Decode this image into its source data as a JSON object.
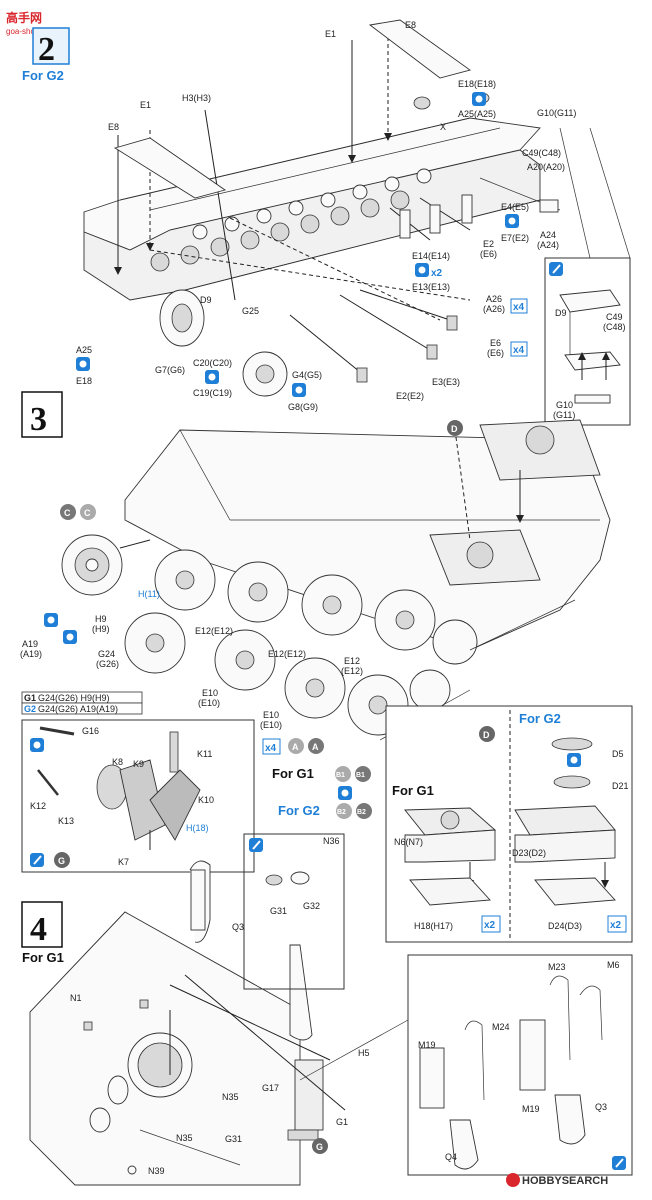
{
  "watermark": {
    "top_left": "高手网",
    "top_left_sub": "goa-shou.com",
    "bottom_right": "HOBBYSEARCH"
  },
  "step2": {
    "number": "2",
    "variant": "For G2"
  },
  "step3": {
    "number": "3"
  },
  "step4": {
    "number": "4",
    "variant": "For G1"
  },
  "for_g1": "For G1",
  "for_g2": "For G2",
  "g1_label": "G1",
  "g2_label": "G2",
  "legend_g1": "G24(G26) H9(H9)",
  "legend_g2": "G24(G26) A19(A19)",
  "mult": {
    "x2": "x2",
    "x4": "x4"
  },
  "callouts": {
    "A": "A",
    "B1": "B1",
    "B2": "B2",
    "C": "C",
    "D": "D",
    "G": "G"
  },
  "labels": {
    "E8_top": "E8",
    "E1_top": "E1",
    "E18_top": "E18(E18)",
    "A25_top": "A25(A25)",
    "X": "X",
    "G10": "G10(G11)",
    "C49": "C49(C48)",
    "A20": "A20(A20)",
    "E8_left": "E8",
    "E1_left": "E1",
    "H3": "H3(H3)",
    "E4": "E4(E5)",
    "E7": "E7(E2)",
    "A24": "A24",
    "A24b": "(A24)",
    "E2a": "E2",
    "E6a": "(E6)",
    "E14": "E14(E14)",
    "E13": "E13(E13)",
    "D9": "D9",
    "G25": "G25",
    "A26": "A26",
    "A26b": "(A26)",
    "E6b": "E6",
    "E6c": "(E6)",
    "A25_left": "A25",
    "E18_left": "E18",
    "G7": "G7(G6)",
    "C20": "C20(C20)",
    "C19": "C19(C19)",
    "G4": "G4(G5)",
    "G8": "G8(G9)",
    "E3": "E3(E3)",
    "E2b": "E2(E2)",
    "inset_D9": "D9",
    "inset_C49": "C49",
    "inset_C48": "(C48)",
    "inset_G10": "G10",
    "inset_G11": "(G11)",
    "H9": "H9",
    "H9b": "(H9)",
    "A19": "A19",
    "A19b": "(A19)",
    "G24": "G24",
    "G26": "(G26)",
    "H11": "H(11)",
    "E12a": "E12(E12)",
    "E12b": "E12(E12)",
    "E12c": "E12",
    "E12d": "(E12)",
    "E10a": "E10",
    "E10b": "(E10)",
    "E10c": "E10",
    "E10d": "(E10)",
    "G16": "G16",
    "K8": "K8",
    "K9": "K9",
    "K11": "K11",
    "K12": "K12",
    "K13": "K13",
    "K10": "K10",
    "K7": "K7",
    "H18tag": "H(18)",
    "D5": "D5",
    "D21": "D21",
    "N6": "N6(N7)",
    "D23": "D23(D2)",
    "H18": "H18(H17)",
    "D24": "D24(D3)",
    "N36": "N36",
    "G31a": "G31",
    "G32": "G32",
    "Q3a": "Q3",
    "N1": "N1",
    "H5": "H5",
    "G17": "G17",
    "G1": "G1",
    "N35a": "N35",
    "N35b": "N35",
    "G31b": "G31",
    "N39": "N39",
    "M23": "M23",
    "M6": "M6",
    "M24": "M24",
    "M19a": "M19",
    "M19b": "M19",
    "Q3b": "Q3",
    "Q4": "Q4"
  }
}
